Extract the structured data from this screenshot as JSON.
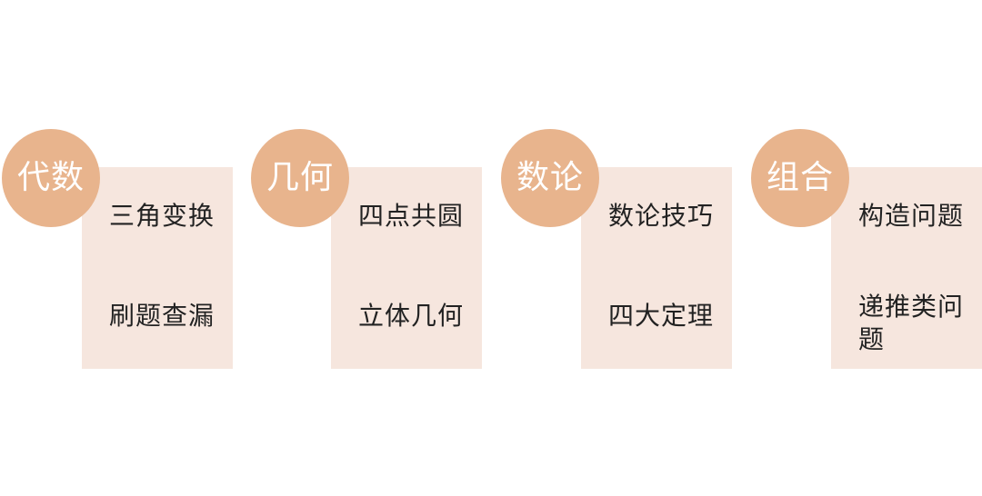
{
  "groups": [
    {
      "title": "代数",
      "items": [
        "三角变换",
        "刷题查漏"
      ]
    },
    {
      "title": "几何",
      "items": [
        "四点共圆",
        "立体几何"
      ]
    },
    {
      "title": "数论",
      "items": [
        "数论技巧",
        "四大定理"
      ]
    },
    {
      "title": "组合",
      "items": [
        "构造问题",
        "递推类问题"
      ]
    }
  ],
  "colors": {
    "circle": "#e8b48d",
    "card": "#f6e6de",
    "circle_text": "#ffffff",
    "item_text": "#222222"
  }
}
